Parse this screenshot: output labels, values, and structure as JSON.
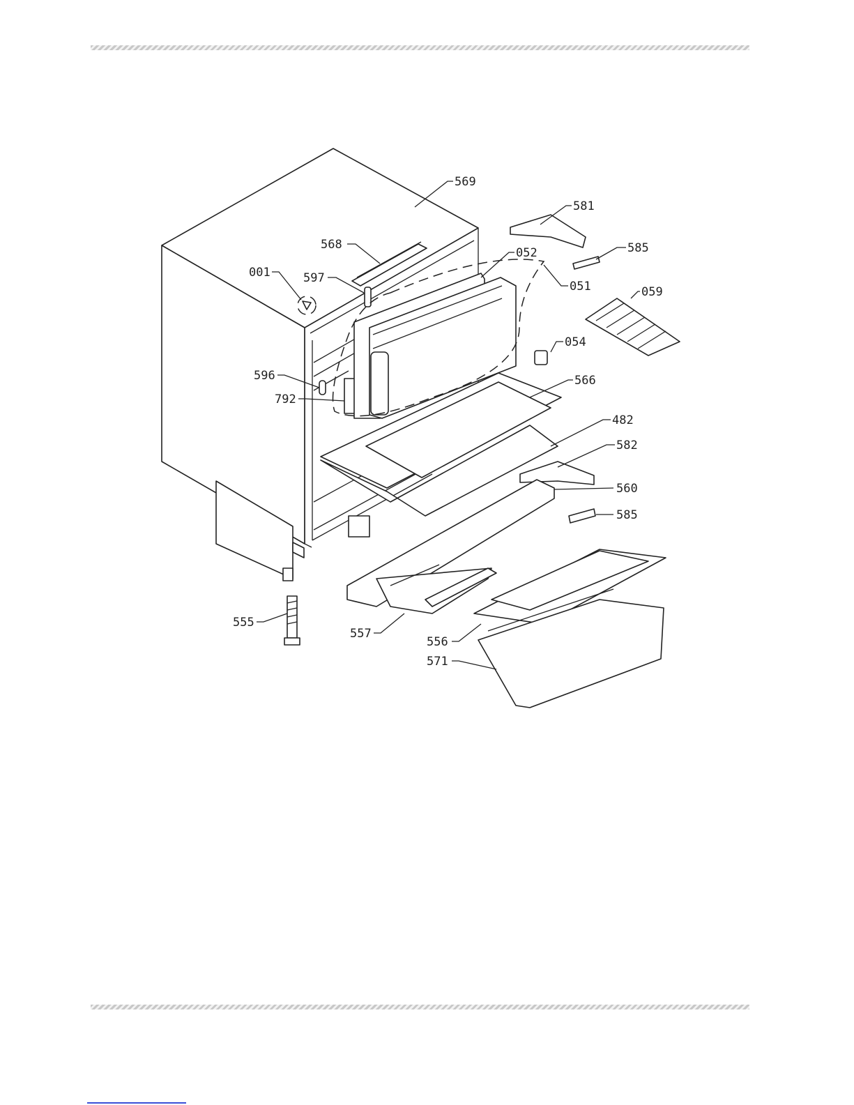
{
  "diagram": {
    "title": "Refrigerator exploded parts view",
    "parts": {
      "p569": "569",
      "p581": "581",
      "p585a": "585",
      "p052": "052",
      "p051": "051",
      "p059": "059",
      "p001": "001",
      "p597": "597",
      "p568": "568",
      "p054": "054",
      "p596": "596",
      "p792": "792",
      "p566": "566",
      "p482": "482",
      "p582": "582",
      "p560": "560",
      "p585b": "585",
      "p555": "555",
      "p557": "557",
      "p556": "556",
      "p571": "571"
    }
  }
}
